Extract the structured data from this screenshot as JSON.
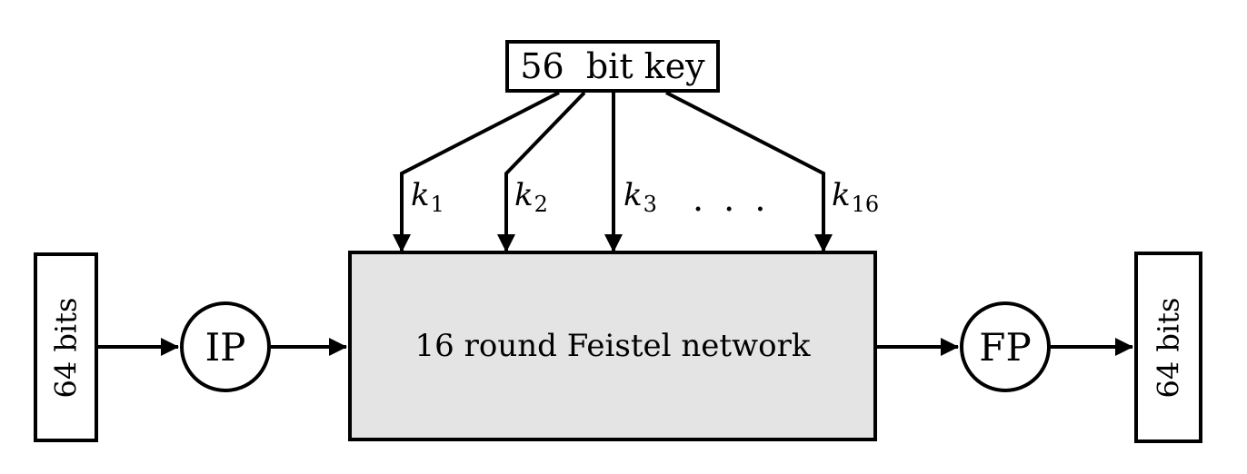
{
  "diagram": {
    "title_hint": "DES block cipher overview",
    "key_box": {
      "label": "56  bit key"
    },
    "round_keys": [
      {
        "base": "k",
        "sub": "1"
      },
      {
        "base": "k",
        "sub": "2"
      },
      {
        "base": "k",
        "sub": "3"
      },
      {
        "base": "k",
        "sub": "16"
      }
    ],
    "ellipsis": ". . .",
    "input_box": {
      "label": "64 bits"
    },
    "ip_node": {
      "label": "IP"
    },
    "feistel_box": {
      "label": "16 round Feistel network"
    },
    "fp_node": {
      "label": "FP"
    },
    "output_box": {
      "label": "64 bits"
    },
    "colors": {
      "stroke": "#000000",
      "feistel_fill": "#e4e4e4",
      "node_fill": "#ffffff",
      "background": "#ffffff"
    }
  }
}
